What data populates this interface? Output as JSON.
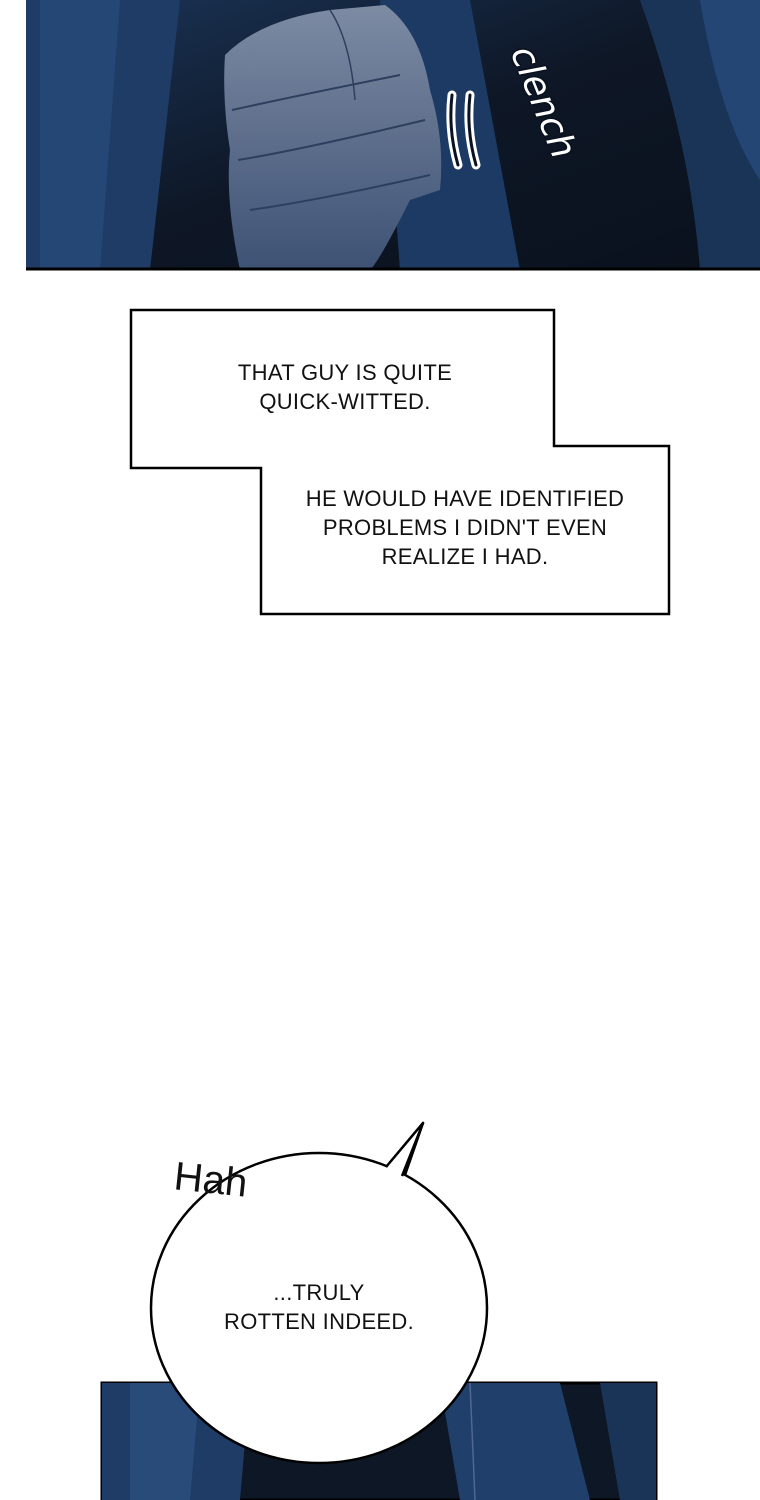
{
  "panel_top": {
    "sfx": "clench"
  },
  "narration": {
    "box1_line1": "THAT GUY IS QUITE",
    "box1_line2": "QUICK-WITTED.",
    "box2_line1": "HE WOULD HAVE IDENTIFIED",
    "box2_line2": "PROBLEMS I DIDN'T EVEN",
    "box2_line3": "REALIZE I HAD."
  },
  "bubble": {
    "sfx": "Hah",
    "line1": "...TRULY",
    "line2": "ROTTEN INDEED."
  },
  "colors": {
    "panel_dark": "#0e1726",
    "panel_blue": "#1f3c66",
    "skin_shadow": "#4a5f80",
    "ink": "#111111"
  }
}
